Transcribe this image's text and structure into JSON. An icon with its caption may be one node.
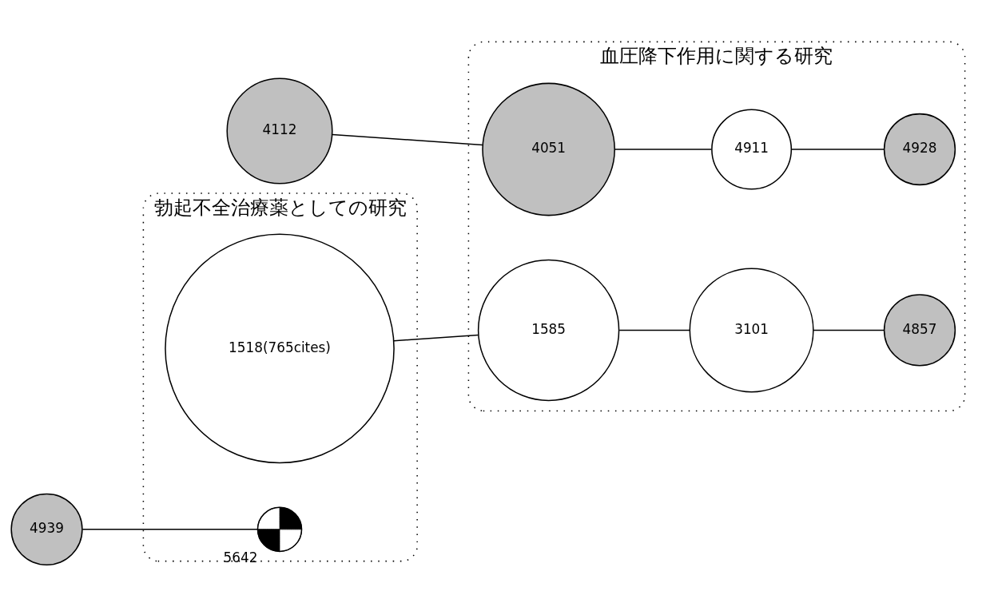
{
  "diagram": {
    "nodes": [
      {
        "text": [
          "勃起不全治療薬としての研究"
        ]
      },
      {
        "text": [
          "1518(765cites)"
        ],
        "in": 0
      },
      {
        "text": [
          "4939"
        ]
      },
      {
        "text": [
          "5642"
        ],
        "in": 0
      },
      {
        "text": [
          "血圧降下作用に関する研究"
        ]
      },
      {
        "text": [
          "4911"
        ],
        "in": 4
      },
      {
        "text": [
          "4051"
        ],
        "in": 4
      },
      {
        "text": [
          "4928"
        ],
        "in": 4
      },
      {
        "text": [
          "1585"
        ],
        "in": 4
      },
      {
        "text": [
          "3101"
        ],
        "in": 4
      },
      {
        "text": [
          "4857"
        ],
        "in": 4
      },
      {
        "text": [
          "4112"
        ]
      }
    ],
    "edges": [
      {
        "from": 11,
        "to": 6,
        "arrow": "none"
      },
      {
        "from": 6,
        "to": 5,
        "arrow": "none"
      },
      {
        "from": 5,
        "to": 7,
        "arrow": "none"
      },
      {
        "from": 1,
        "to": 8,
        "arrow": "none"
      },
      {
        "from": 8,
        "to": 9,
        "arrow": "none"
      },
      {
        "from": 9,
        "to": 10,
        "arrow": "none"
      },
      {
        "from": 2,
        "to": 3,
        "arrow": "none"
      }
    ]
  }
}
